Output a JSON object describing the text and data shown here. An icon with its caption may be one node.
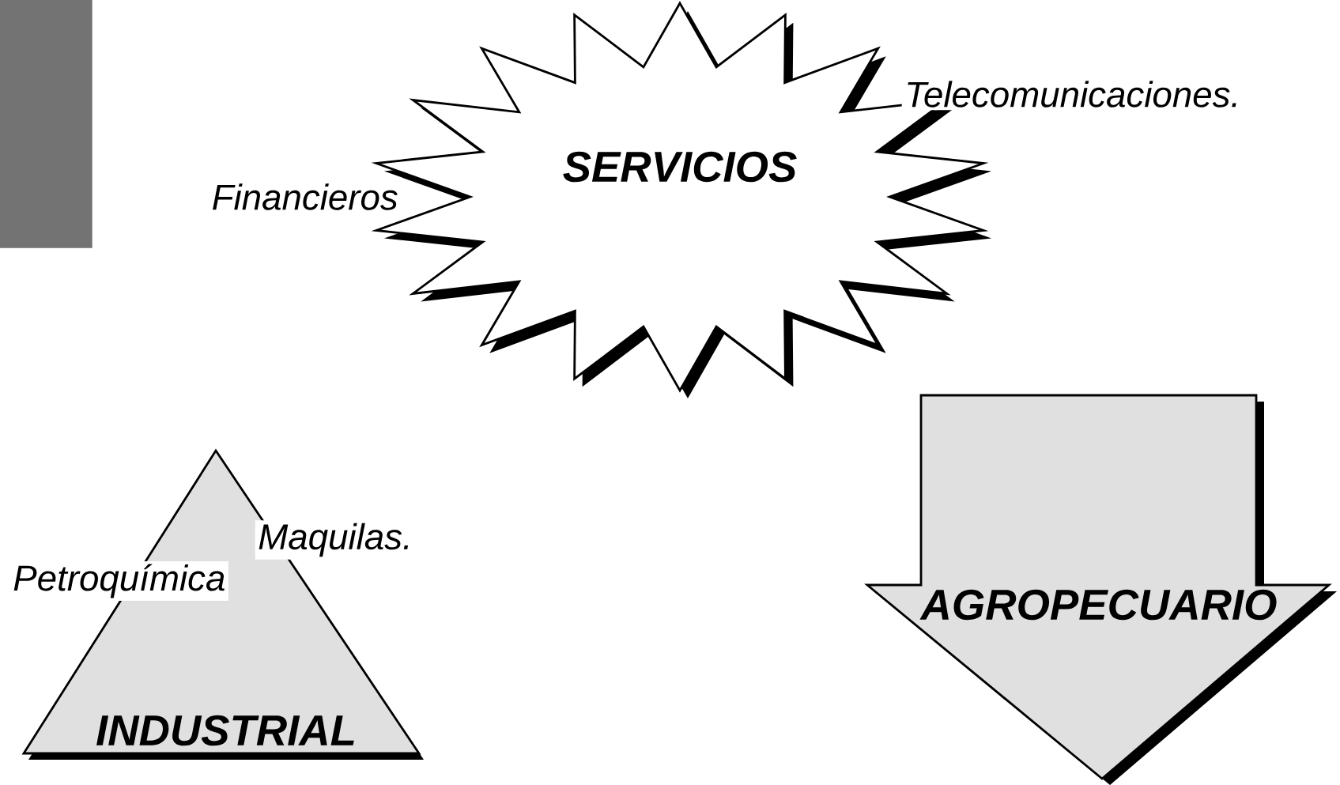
{
  "diagram": {
    "nodes": [
      {
        "text": [],
        "shape": "box"
      },
      {
        "text": [
          "SERVICIOS"
        ],
        "beside": [
          "Financieros",
          "Telecomunicaciones."
        ]
      },
      {
        "text": [
          "INDUSTRIAL"
        ],
        "beside": [
          "Maquilas.",
          "Petroquímica"
        ]
      },
      {
        "text": [
          "AGROPECUARIO"
        ]
      }
    ]
  }
}
